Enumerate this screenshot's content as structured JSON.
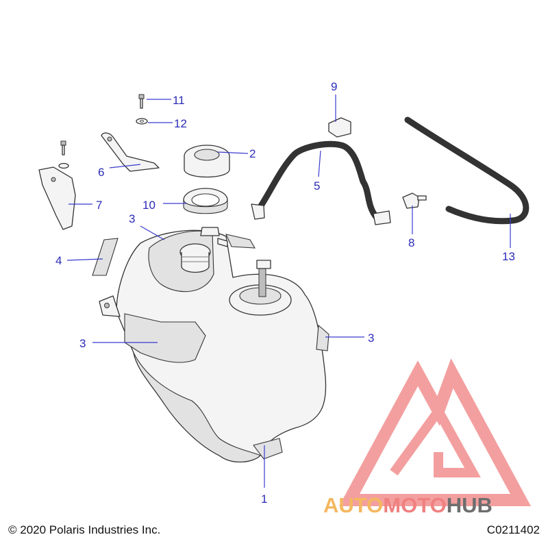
{
  "callouts": {
    "c1": "1",
    "c2": "2",
    "c3a": "3",
    "c3b": "3",
    "c3c": "3",
    "c4": "4",
    "c5": "5",
    "c6": "6",
    "c7": "7",
    "c8": "8",
    "c9": "9",
    "c10": "10",
    "c11": "11",
    "c12": "12",
    "c13": "13"
  },
  "watermark": {
    "part1": "AUTO",
    "part2": "MOTO",
    "part3": "HUB"
  },
  "footer": {
    "copyright": "© 2020 Polaris Industries Inc.",
    "code": "C0211402"
  },
  "colors": {
    "callout": "#2b2bb8",
    "watermark_auto": "#f4b860",
    "watermark_moto": "#f08080",
    "watermark_hub": "#6e6e6e"
  }
}
